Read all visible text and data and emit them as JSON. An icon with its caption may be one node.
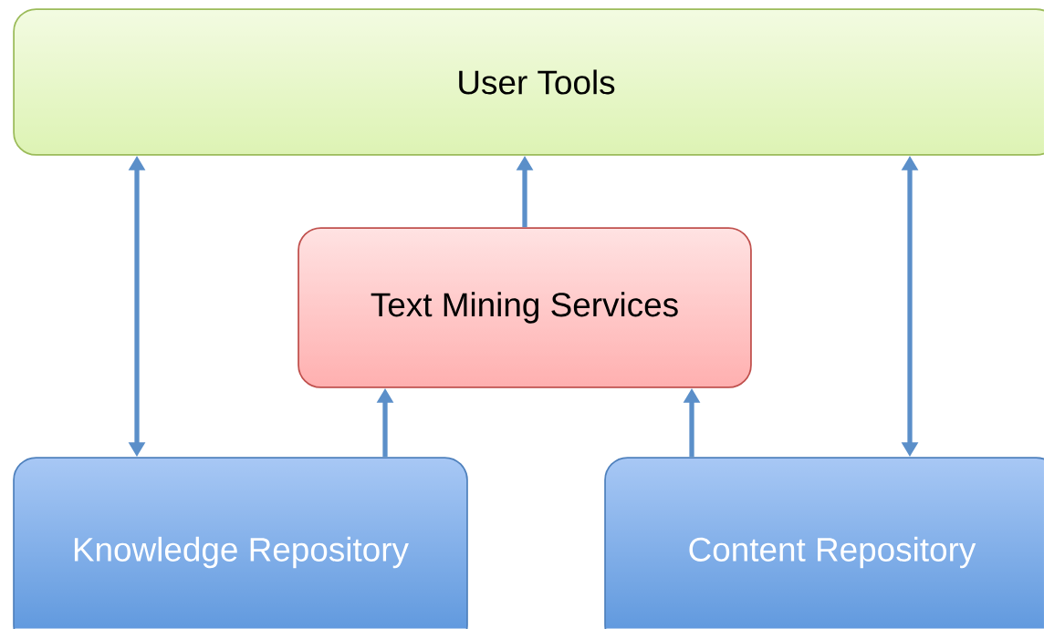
{
  "diagram": {
    "nodes": [
      {
        "text": [
          "User Tools"
        ]
      },
      {
        "text": [
          "Text Mining Services"
        ]
      },
      {
        "text": [
          "Knowledge Repository"
        ]
      },
      {
        "text": [
          "Content Repository"
        ]
      }
    ],
    "edges": [
      {
        "from": 2,
        "to": 0,
        "arrow": "both"
      },
      {
        "from": 1,
        "to": 0,
        "arrow": "to"
      },
      {
        "from": 2,
        "to": 1,
        "arrow": "to"
      },
      {
        "from": 3,
        "to": 1,
        "arrow": "to"
      },
      {
        "from": 3,
        "to": 0,
        "arrow": "both"
      }
    ]
  }
}
